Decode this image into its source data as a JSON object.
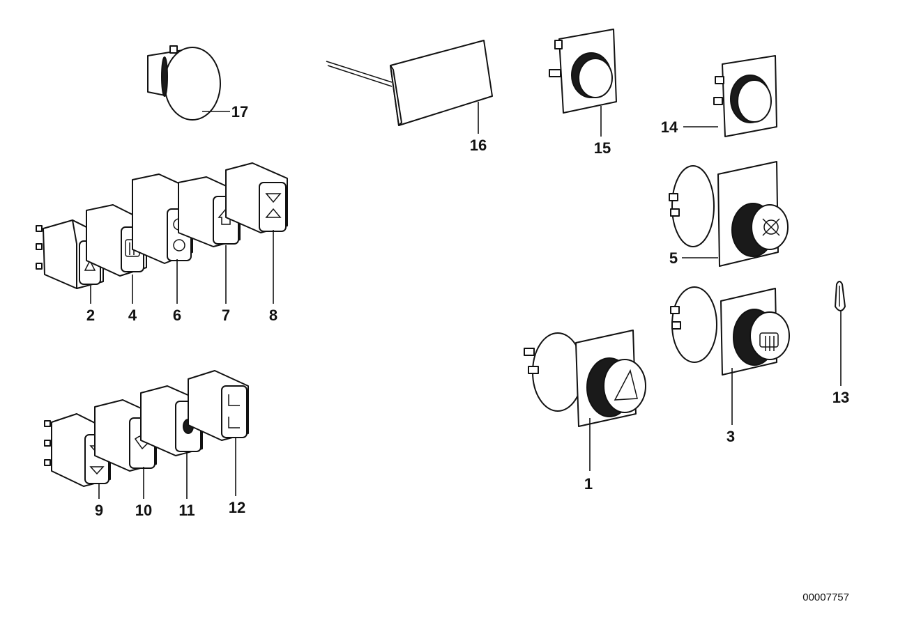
{
  "diagram": {
    "reference_number": "00007757",
    "callouts": [
      {
        "id": "callout-1",
        "label": "1"
      },
      {
        "id": "callout-2",
        "label": "2"
      },
      {
        "id": "callout-3",
        "label": "3"
      },
      {
        "id": "callout-4",
        "label": "4"
      },
      {
        "id": "callout-5",
        "label": "5"
      },
      {
        "id": "callout-6",
        "label": "6"
      },
      {
        "id": "callout-7",
        "label": "7"
      },
      {
        "id": "callout-8",
        "label": "8"
      },
      {
        "id": "callout-9",
        "label": "9"
      },
      {
        "id": "callout-10",
        "label": "10"
      },
      {
        "id": "callout-11",
        "label": "11"
      },
      {
        "id": "callout-12",
        "label": "12"
      },
      {
        "id": "callout-13",
        "label": "13"
      },
      {
        "id": "callout-14",
        "label": "14"
      },
      {
        "id": "callout-15",
        "label": "15"
      },
      {
        "id": "callout-16",
        "label": "16"
      },
      {
        "id": "callout-17",
        "label": "17"
      }
    ],
    "symbols": {
      "hazard": "warning-triangle-icon",
      "rear_defrost": "rear-window-defrost-icon",
      "fog_light": "fog-light-icon",
      "window_up_down": "arrow-up-down-icon",
      "seat_heating": "seat-heating-icon",
      "light_bulb": "bulb-icon"
    }
  }
}
